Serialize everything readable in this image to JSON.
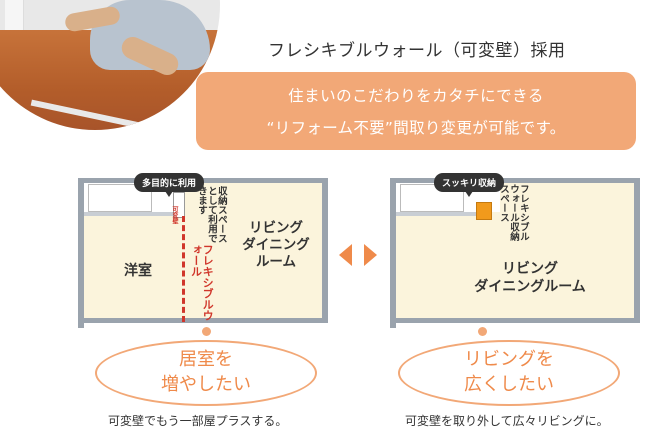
{
  "header": {
    "title": "フレシキブルウォール（可変壁）採用",
    "banner_line1": "住まいのこだわりをカタチにできる",
    "banner_line2": "“リフォーム不要”間取り変更が可能です。"
  },
  "left_plan": {
    "badge": "多目的に利用",
    "storage_text": "収納スペースとして利用できます",
    "small_label": "可変壁",
    "wall_label": "フレキシブルウォール",
    "room_western": "洋室",
    "room_living_l1": "リビング",
    "room_living_l2": "ダイニング",
    "room_living_l3": "ルーム",
    "bubble_l1": "居室を",
    "bubble_l2": "増やしたい",
    "caption": "可変壁でもう一部屋プラスする。"
  },
  "right_plan": {
    "badge": "スッキリ収納",
    "storage_text": "フレキシブルウォール収納スペース",
    "room_l1": "リビング",
    "room_l2": "ダイニングルーム",
    "bubble_l1": "リビングを",
    "bubble_l2": "広くしたい",
    "caption": "可変壁を取り外して広々リビングに。"
  },
  "colors": {
    "accent": "#f2a877",
    "accent_text": "#ef8a4a",
    "wall_red": "#d0362b",
    "plan_fill": "#fbf4dc",
    "storage_orange": "#f19a1c"
  },
  "icons": [
    "photo",
    "double-arrow-icon"
  ]
}
